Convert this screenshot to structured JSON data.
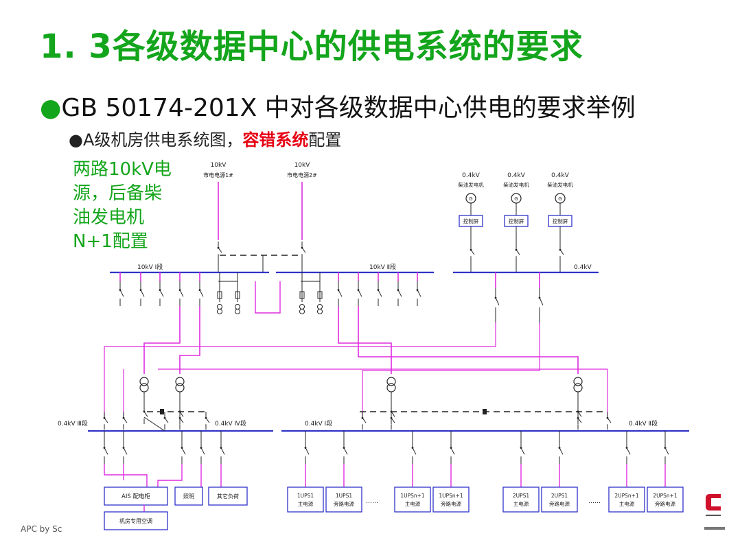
{
  "title": "1. 3各级数据中心的供电系统的要求",
  "bullet1": {
    "dot": "●",
    "text": "GB 50174-201X 中对各级数据中心供电的要求举例"
  },
  "bullet2": {
    "dot": "●",
    "pre": "A级机房供电系统图，",
    "highlight": "容错系统",
    "post": "配置"
  },
  "side_note": [
    "两路10kV电",
    "源，后备柴",
    "油发电机",
    "N+1配置"
  ],
  "footer": "APC by Sc",
  "diagram": {
    "sources": [
      {
        "voltage": "10kV",
        "label": "市电电源1#"
      },
      {
        "voltage": "10kV",
        "label": "市电电源2#"
      }
    ],
    "generators": [
      {
        "voltage": "0.4kV",
        "label": "柴油发电机",
        "panel": "控制屏"
      },
      {
        "voltage": "0.4kV",
        "label": "柴油发电机",
        "panel": "控制屏"
      },
      {
        "voltage": "0.4kV",
        "label": "柴油发电机",
        "panel": "控制屏"
      }
    ],
    "bus_labels": {
      "hv1": "10kV Ⅰ段",
      "hv2": "10kV Ⅱ段",
      "gen_bus": "0.4kV",
      "lv3": "0.4kV Ⅲ段",
      "lv4": "0.4kV Ⅳ段",
      "lv1": "0.4kV Ⅰ段",
      "lv2": "0.4kV Ⅱ段"
    },
    "loads_left": [
      "AIS 配电柜",
      "照明",
      "其它负荷"
    ],
    "load_ac": "机房专用空调",
    "ups_boxes": [
      [
        "1UPS1",
        "主电源"
      ],
      [
        "1UPS1",
        "旁路电源"
      ],
      [
        "1UPSn+1",
        "主电源"
      ],
      [
        "1UPSn+1",
        "旁路电源"
      ],
      [
        "2UPS1",
        "主电源"
      ],
      [
        "2UPS1",
        "旁路电源"
      ],
      [
        "2UPSn+1",
        "主电源"
      ],
      [
        "2UPSn+1",
        "旁路电源"
      ]
    ],
    "ellipsis": "……"
  },
  "colors": {
    "title": "#13a51b",
    "highlight": "#e60012",
    "bus": "#2f33c8",
    "feeder": "#e02be0",
    "logo": "#d0112b"
  }
}
